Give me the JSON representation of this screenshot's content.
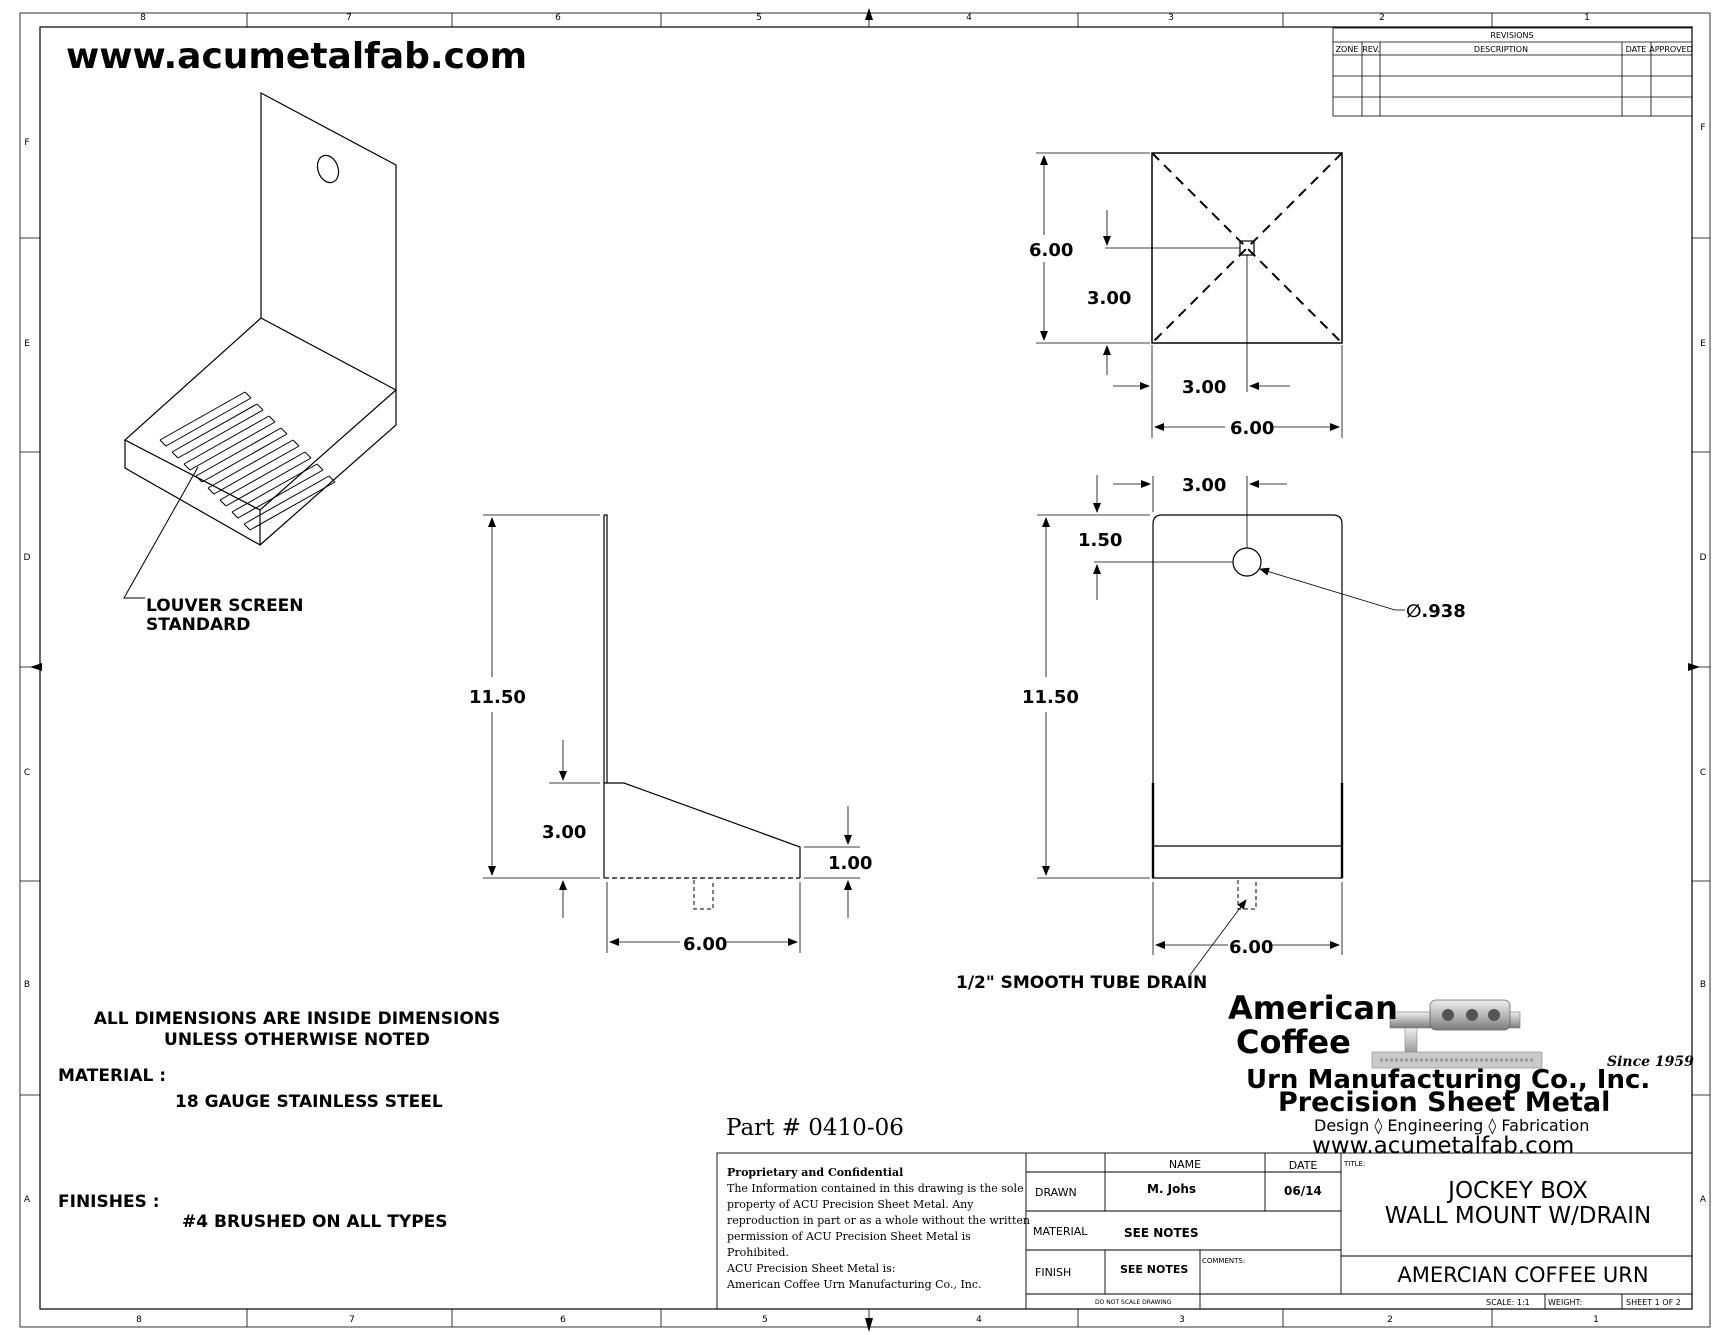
{
  "website": "www.acumetalfab.com",
  "zones": {
    "columns": [
      "8",
      "7",
      "6",
      "5",
      "4",
      "3",
      "2",
      "1"
    ],
    "rows": [
      "F",
      "E",
      "D",
      "C",
      "B",
      "A"
    ]
  },
  "revisions": {
    "title": "REVISIONS",
    "headers": [
      "ZONE",
      "REV.",
      "DESCRIPTION",
      "DATE",
      "APPROVED"
    ]
  },
  "callouts": {
    "louver_line1": "LOUVER SCREEN",
    "louver_line2": "STANDARD",
    "drain": "1/2\" SMOOTH TUBE DRAIN",
    "hole": "∅.938"
  },
  "dimensions": {
    "top_height": "6.00",
    "top_half_vertical": "3.00",
    "top_half_horizontal": "3.00",
    "top_width": "6.00",
    "side_height": "11.50",
    "side_lip": "3.00",
    "side_front": "1.00",
    "side_width": "6.00",
    "front_hole_offset": "3.00",
    "front_hole_top": "1.50",
    "front_height": "11.50",
    "front_width": "6.00"
  },
  "notes": {
    "dims_line1": "ALL DIMENSIONS ARE INSIDE DIMENSIONS",
    "dims_line2": "UNLESS OTHERWISE NOTED",
    "material_label": "MATERIAL :",
    "material_value": "18 GAUGE STAINLESS STEEL",
    "finishes_label": "FINISHES :",
    "finishes_value": "#4 BRUSHED ON ALL TYPES"
  },
  "part_number": "Part # 0410-06",
  "logo": {
    "line1": "American",
    "line2": "Coffee",
    "line3": "Urn Manufacturing Co., Inc.",
    "since": "Since 1959",
    "tagline": "Precision Sheet Metal",
    "services": "Design ◊ Engineering ◊ Fabrication",
    "website": "www.acumetalfab.com"
  },
  "confidential": {
    "heading": "Proprietary and Confidential",
    "lines": [
      "The Information contained in this drawing is the sole",
      "property of ACU Precision Sheet Metal. Any",
      "reproduction in part or as a whole without the written",
      "permission of ACU Precision Sheet Metal is",
      "Prohibited."
    ],
    "company_line1": "ACU Precision Sheet Metal is:",
    "company_line2": "American Coffee Urn Manufacturing Co., Inc."
  },
  "title_block": {
    "name_header": "NAME",
    "date_header": "DATE",
    "drawn_label": "DRAWN",
    "drawn_name": "M. Johs",
    "drawn_date": "06/14",
    "material_label": "MATERIAL",
    "material_value": "SEE NOTES",
    "finish_label": "FINISH",
    "finish_value": "SEE NOTES",
    "comments_label": "COMMENTS:",
    "do_not_scale": "DO NOT SCALE DRAWING",
    "title_label": "TITLE:",
    "title_line1": "JOCKEY BOX",
    "title_line2": "WALL MOUNT W/DRAIN",
    "company": "AMERCIAN COFFEE URN",
    "scale": "SCALE: 1:1",
    "weight": "WEIGHT:",
    "sheet": "SHEET 1 OF 2"
  },
  "colors": {
    "logo_blue": "#2f5aa8",
    "logo_red": "#d9342b",
    "part_red": "#c0392b",
    "link_blue": "#2f6fb5"
  }
}
